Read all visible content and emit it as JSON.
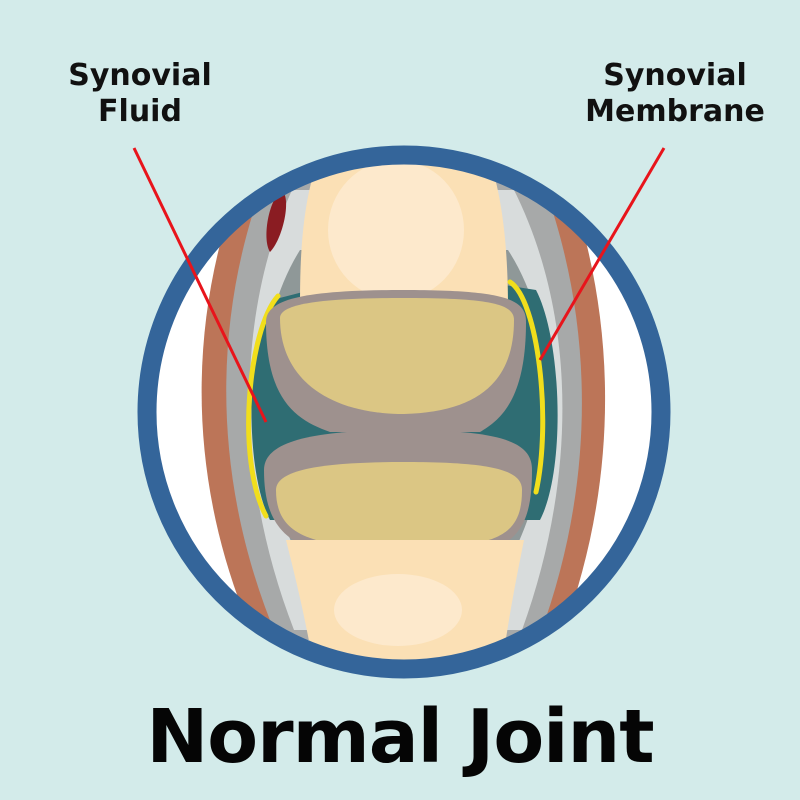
{
  "labels": {
    "synovial_fluid": [
      "Synovial",
      "Fluid"
    ],
    "synovial_membrane": [
      "Synovial",
      "Membrane"
    ]
  },
  "title": "Normal Joint",
  "colors": {
    "background": "#d3ebea",
    "ring": "#34659a",
    "bone": "#fbe0b5",
    "cartilage": "#dbc684",
    "synovial_fluid": "#2f6d73",
    "membrane": "#f1de1c",
    "muscle": "#bc7558",
    "pointer": "#e8141b"
  }
}
